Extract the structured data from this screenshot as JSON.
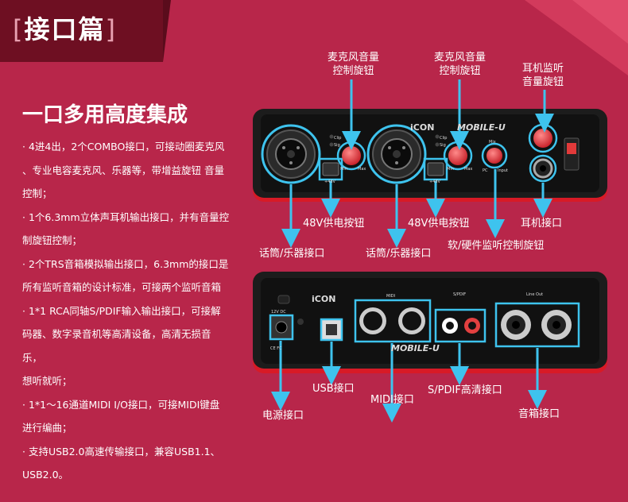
{
  "title": "接口篇",
  "heading": "一口多用高度集成",
  "features": [
    "· 4进4出，2个COMBO接口，可接动圈麦克风",
    "、专业电容麦克风、乐器等，带增益旋钮 音量",
    "控制；",
    "· 1个6.3mm立体声耳机输出接口，并有音量控",
    "制旋钮控制；",
    "· 2个TRS音箱模拟输出接口，6.3mm的接口是",
    "所有监听音箱的设计标准，可接两个监听音箱",
    "· 1*1 RCA同轴S/PDIF输入输出接口，可接解",
    "码器、数字录音机等高清设备，高清无损音乐，",
    "想听就听；",
    "· 1*1～16通道MIDI  I/O接口，可接MIDI键盘",
    "进行编曲；",
    "· 支持USB2.0高速传输接口，兼容USB1.1、",
    "USB2.0。"
  ],
  "labels": {
    "mic_knob_1": [
      "麦克风音量",
      "控制旋钮"
    ],
    "mic_knob_2": [
      "麦克风音量",
      "控制旋钮"
    ],
    "headphone_knob": [
      "耳机监听",
      "音量旋钮"
    ],
    "phantom_1": "48V供电按钮",
    "phantom_2": "48V供电按钮",
    "headphone_jack": "耳机接口",
    "combo_1": "话筒/乐器接口",
    "combo_2": "话筒/乐器接口",
    "monitor_knob": "软/硬件监听控制旋钮",
    "power": "电源接口",
    "usb": "USB接口",
    "midi": "MIDI接口",
    "spdif": "S/PDIF高清接口",
    "line_out": "音箱接口"
  },
  "device_text": {
    "brand": "iCON",
    "model": "MOBILE-U",
    "clip": "Clip",
    "sig": "Sig",
    "plus48v": "+48V",
    "min": "Min",
    "max": "Max",
    "mix": "Mix",
    "pc": "PC",
    "input": "Input",
    "dc": "12V DC",
    "midi_hdr": "MIDI",
    "spdif_hdr": "S/PDIF",
    "lineout_hdr": "Line Out",
    "ce": "CE FC"
  },
  "colors": {
    "background": "#b8264a",
    "title_box": "#6e0f22",
    "callout": "#3ec3ee",
    "knob": "#e8484e",
    "device_red": "#d81a26"
  }
}
